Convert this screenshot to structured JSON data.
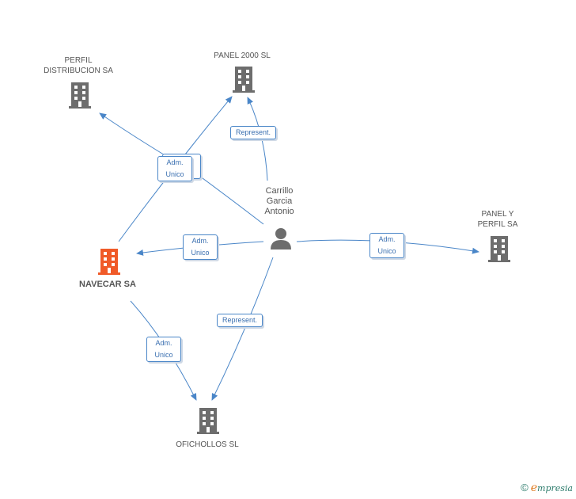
{
  "colors": {
    "edge": "#4a86c8",
    "company": "#6d6d6d",
    "main_company": "#f05a28",
    "person": "#6d6d6d"
  },
  "nodes": {
    "perfil_distribucion": {
      "label": "PERFIL\nDISTRIBUCION SA",
      "icon": "building-icon"
    },
    "panel_2000": {
      "label": "PANEL 2000 SL",
      "icon": "building-icon"
    },
    "carrillo": {
      "label": "Carrillo\nGarcia\nAntonio",
      "icon": "person-icon"
    },
    "panel_y_perfil": {
      "label": "PANEL Y\nPERFIL SA",
      "icon": "building-icon"
    },
    "navecar": {
      "label": "NAVECAR SA",
      "icon": "building-icon"
    },
    "ofichollos": {
      "label": "OFICHOLLOS  SL",
      "icon": "building-icon"
    }
  },
  "edges": {
    "adm_unico_1": "Adm.\nUnico",
    "represent_1": "Represent.",
    "adm_unico_2": "Adm.\nUnico",
    "adm_unico_3": "Adm.\nUnico",
    "represent_2": "Represent.",
    "adm_unico_4": "Adm.\nUnico"
  },
  "footer": {
    "copyright": "©",
    "brand_initial": "e",
    "brand_rest": "mpresia"
  }
}
